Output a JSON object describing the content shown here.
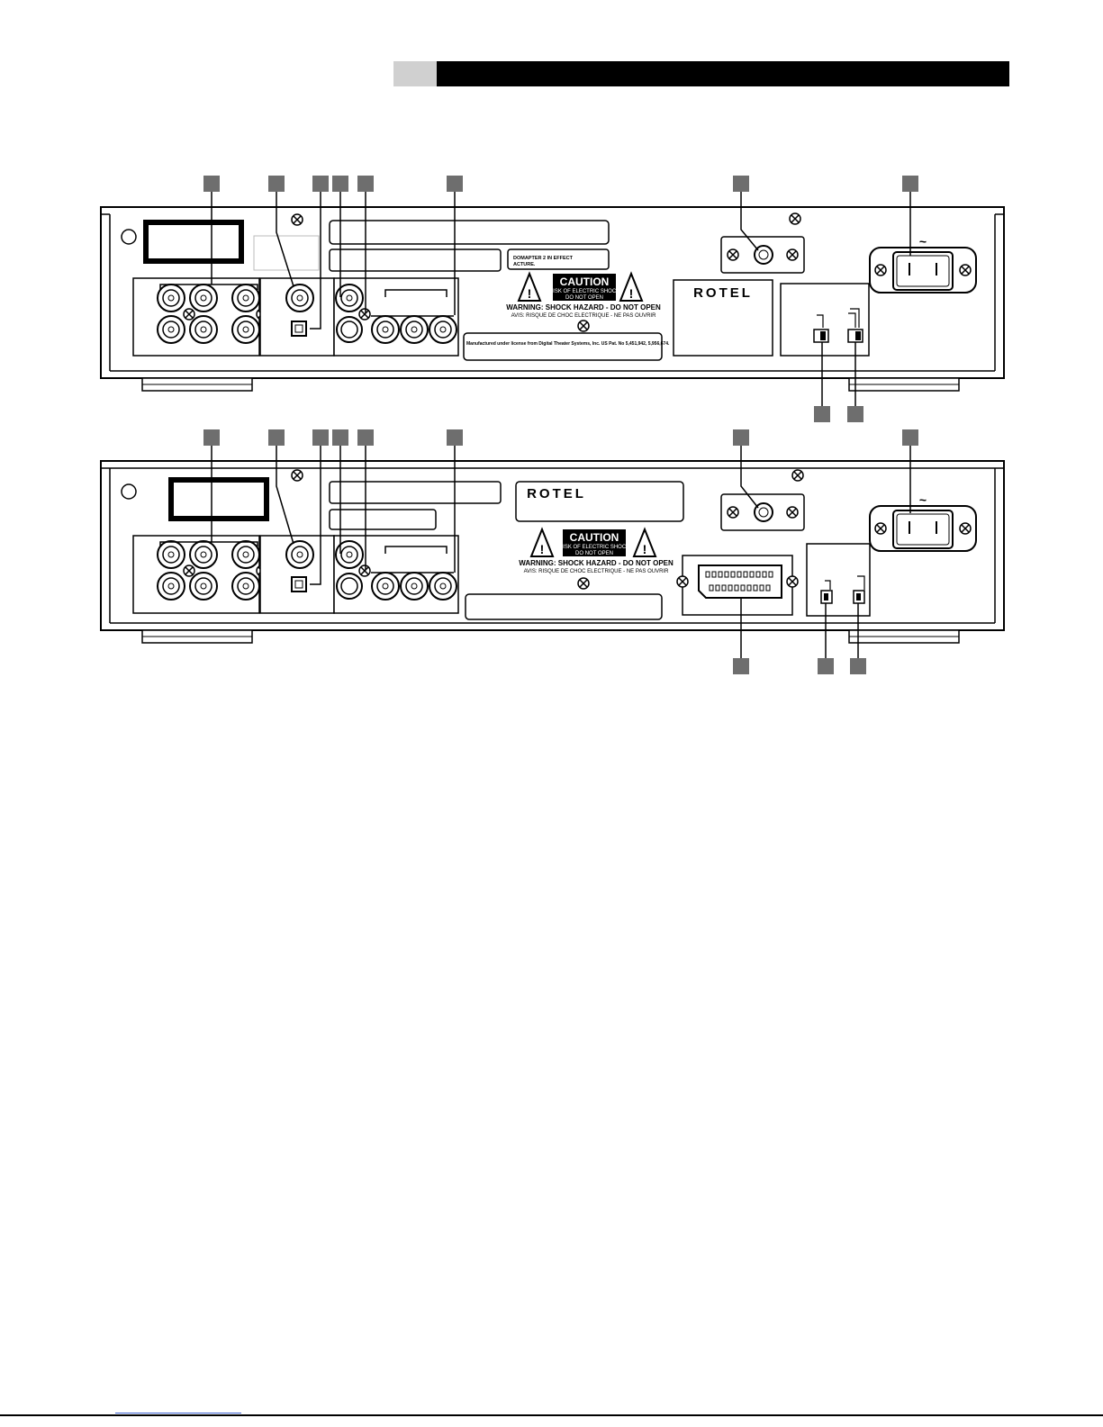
{
  "figure": {
    "top_unit": {
      "logo": "ROTEL",
      "caution": {
        "title": "CAUTION",
        "line1": "RISK OF ELECTRIC SHOCK",
        "line2": "DO NOT OPEN",
        "warning": "WARNING: SHOCK HAZARD - DO NOT OPEN",
        "avis": "AVIS: RISQUE DE CHOC ELECTRIQUE - NE PAS OUVRIR"
      },
      "label_small": "DOMAPTER 2 IN EFFECT\nACTURE.",
      "license": "Manufactured under license from Digital Theater Systems, Inc. US Pat. No 5,451,942, 5,956,674.",
      "ac_symbol": "~"
    },
    "bottom_unit": {
      "logo": "ROTEL",
      "caution": {
        "title": "CAUTION",
        "line1": "RISK OF ELECTRIC SHOCK",
        "line2": "DO NOT OPEN",
        "warning": "WARNING: SHOCK HAZARD - DO NOT OPEN",
        "avis": "AVIS: RISQUE DE CHOC ELECTRIQUE - NE PAS OUVRIR"
      },
      "ac_symbol": "~"
    },
    "colors": {
      "panel": "#000000",
      "callout": "#6e6e6e",
      "background": "#ffffff"
    }
  }
}
